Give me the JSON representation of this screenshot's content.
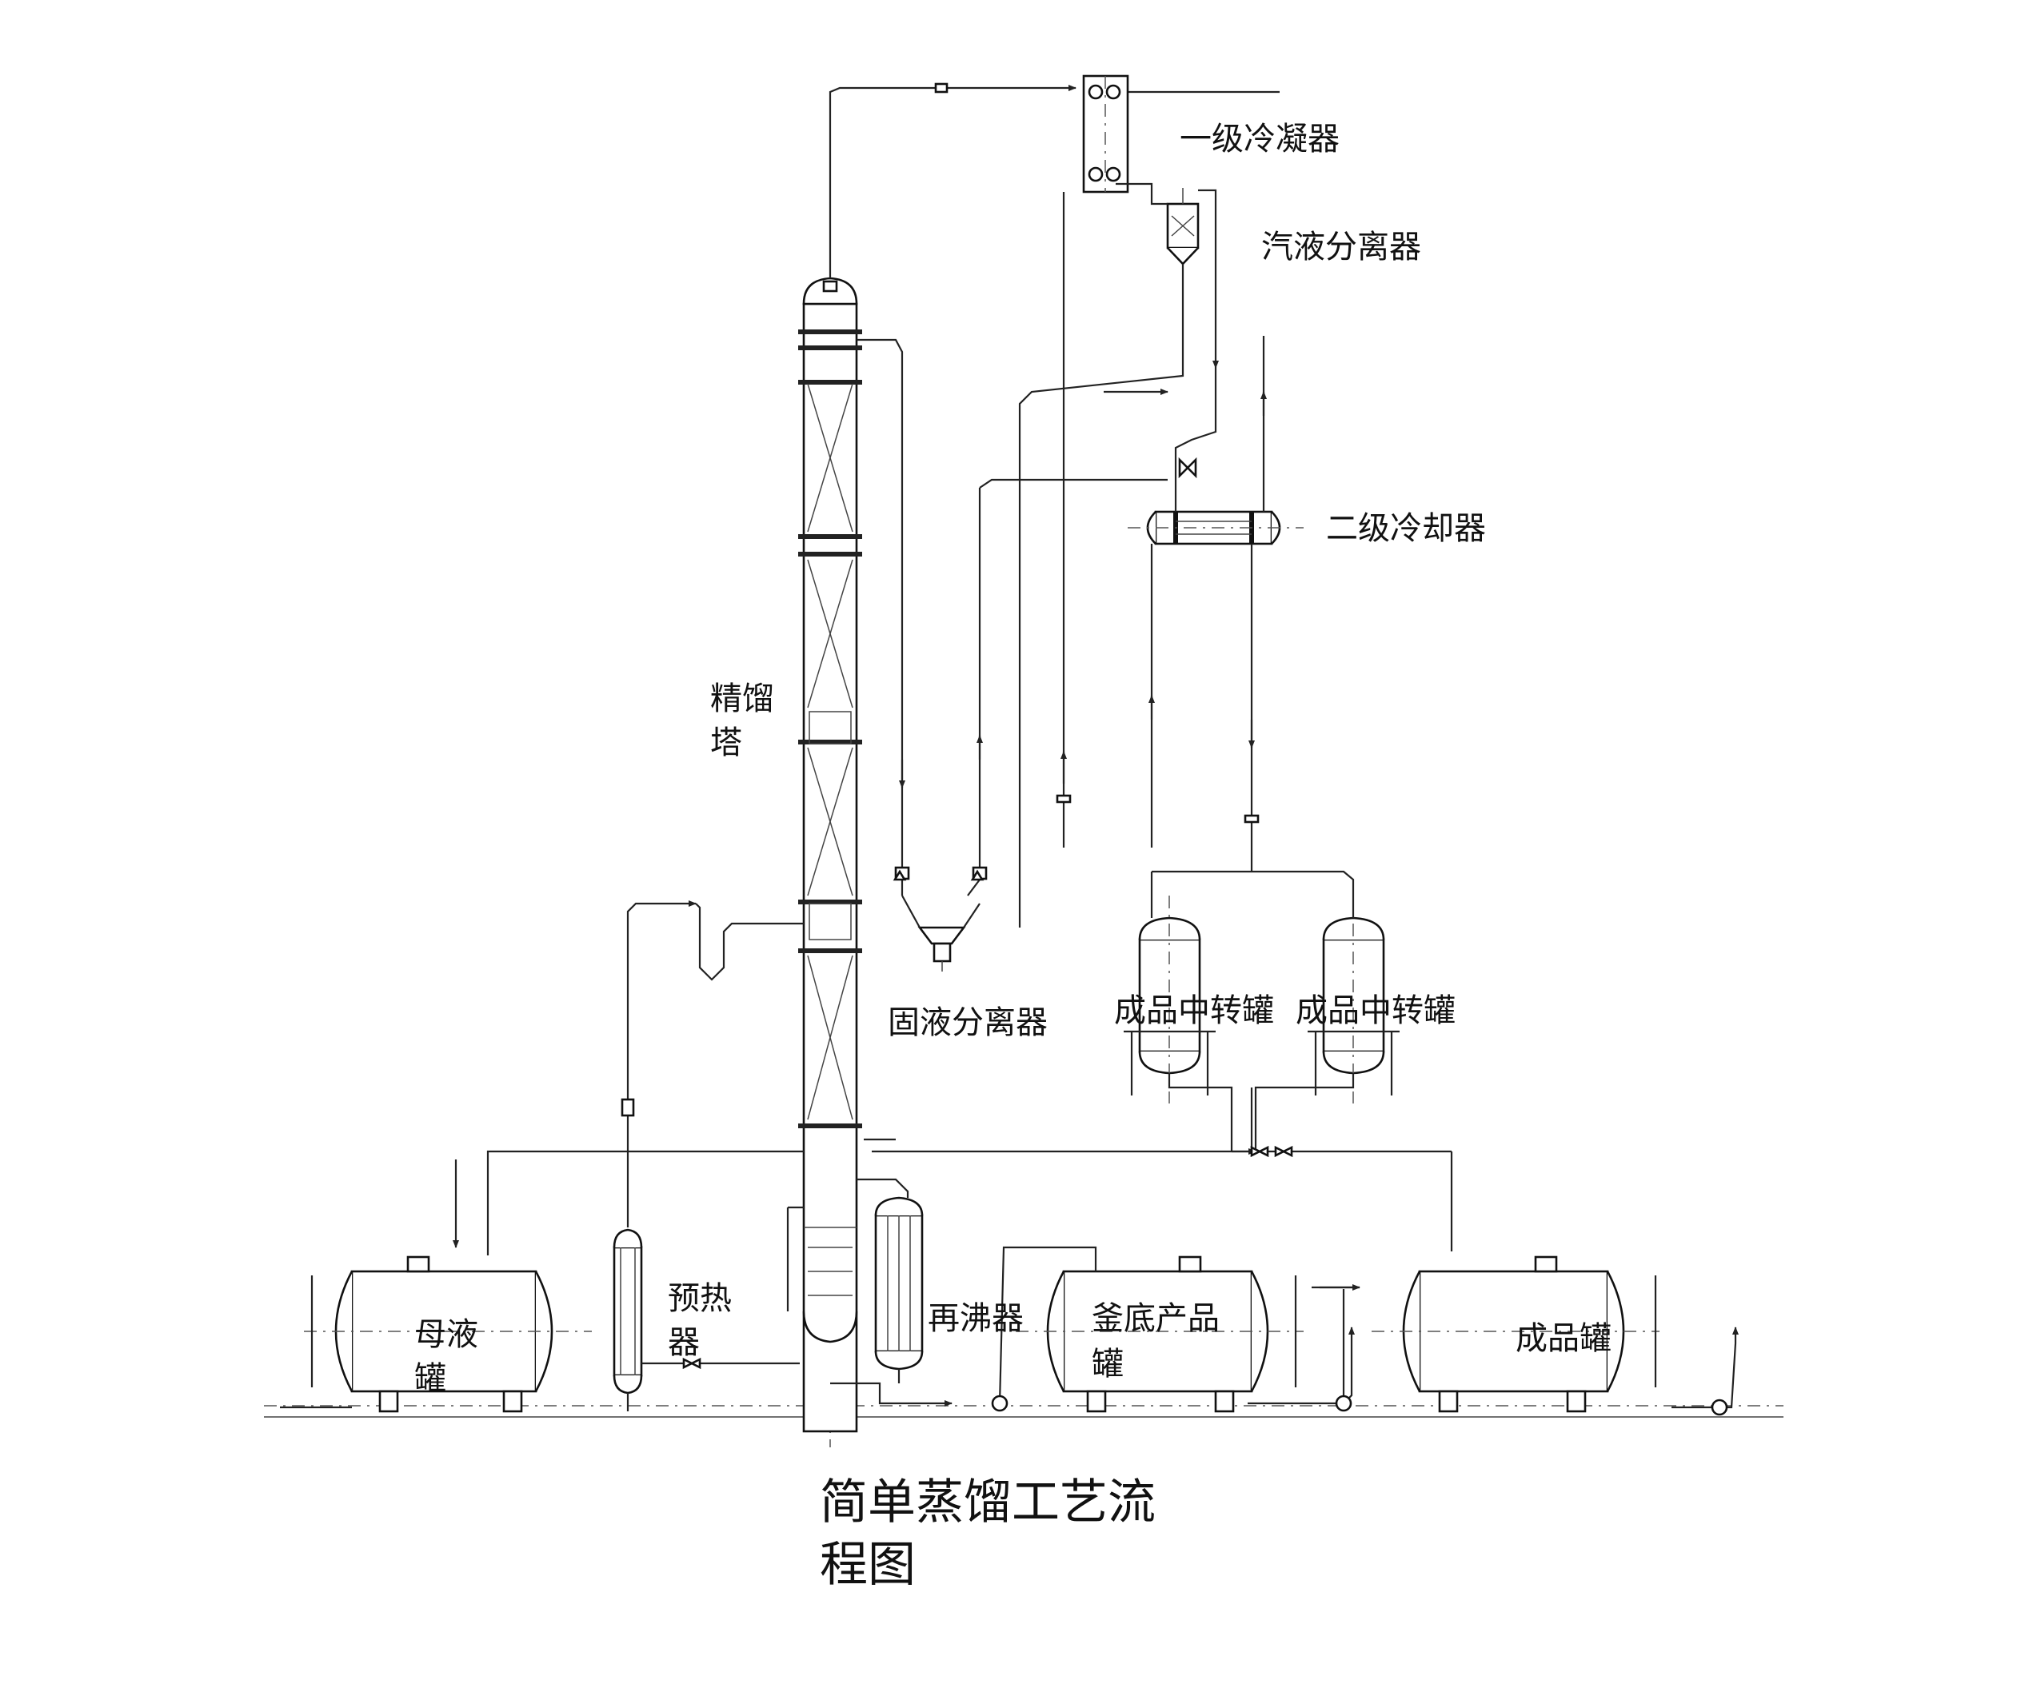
{
  "labels": {
    "condenser1": "一级冷凝器",
    "vl_separator": "汽液分离器",
    "cooler2": "二级冷却器",
    "column_line1": "精馏",
    "column_line2": "塔",
    "sl_separator": "固液分离器",
    "transfer_tank_a": "成品中转罐",
    "transfer_tank_b": "成品中转罐",
    "mother_tank_line1": "母液",
    "mother_tank_line2": "罐",
    "preheater_line1": "预热",
    "preheater_line2": "器",
    "reboiler": "再沸器",
    "bottoms_tank_line1": "釜底产品",
    "bottoms_tank_line2": "罐",
    "product_tank": "成品罐"
  },
  "title": {
    "line1": "简单蒸馏工艺流",
    "line2": "程图"
  }
}
